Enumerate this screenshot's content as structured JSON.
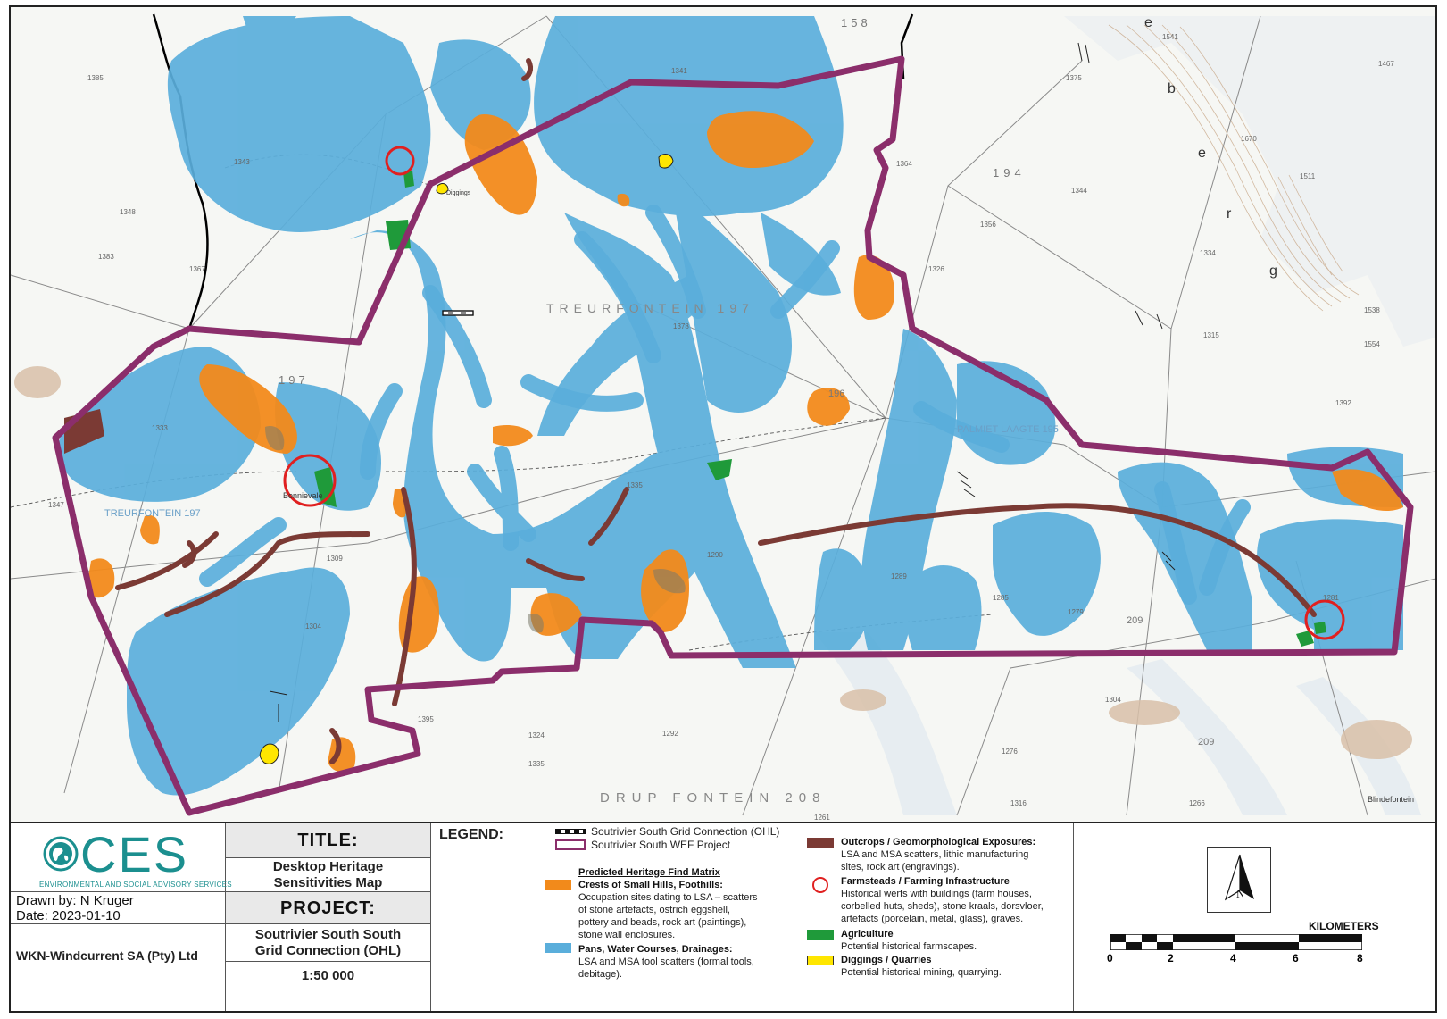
{
  "map": {
    "farm_labels": [
      "TREURFONTEIN 197",
      "197",
      "TREURFONTEIN 197",
      "PALMIET LAAGTE 195",
      "194",
      "196",
      "209",
      "209",
      "DRUP FONTEIN 208",
      "158"
    ],
    "place_labels": [
      "Bonnievale",
      "Blindefontein",
      "Diggings"
    ],
    "spot_heights": [
      "1385",
      "1343",
      "1348",
      "1383",
      "1367",
      "1333",
      "1347",
      "1309",
      "1304",
      "1395",
      "1324",
      "1335",
      "1292",
      "1276",
      "1316",
      "1266",
      "1261",
      "1285",
      "1289",
      "1290",
      "1279",
      "1281",
      "1304",
      "1315",
      "1326",
      "1334",
      "1344",
      "1356",
      "1364",
      "1375",
      "1341",
      "1378",
      "1335",
      "1392",
      "1538",
      "1554",
      "1467",
      "1511",
      "1541",
      "1670"
    ],
    "letters": [
      "e",
      "b",
      "e",
      "r",
      "g"
    ]
  },
  "panel": {
    "logo": {
      "word": "CES",
      "subtitle": "ENVIRONMENTAL AND SOCIAL ADVISORY SERVICES"
    },
    "drawn_by": "Drawn by: N Kruger",
    "date": "Date: 2023-01-10",
    "client": "WKN-Windcurrent SA (Pty) Ltd",
    "title_label": "TITLE:",
    "title_value_1": "Desktop Heritage",
    "title_value_2": "Sensitivities Map",
    "project_label": "PROJECT:",
    "project_value_1": "Soutrivier South South",
    "project_value_2": "Grid Connection (OHL)",
    "scale": "1:50 000",
    "legend": {
      "heading": "LEGEND:",
      "grid_connection": "Soutrivier South Grid Connection (OHL)",
      "wef_project": "Soutrivier South WEF Project",
      "matrix_title": "Predicted  Heritage Find Matrix",
      "crests_title": "Crests of Small Hills, Foothills:",
      "crests_desc": [
        "Occupation sites dating to LSA – scatters",
        "of stone artefacts, ostrich eggshell,",
        "pottery and beads, rock art (paintings),",
        "stone wall enclosures."
      ],
      "pans_title": "Pans, Water Courses, Drainages:",
      "pans_desc": [
        "LSA and MSA tool scatters (formal tools,",
        "debitage)."
      ],
      "outcrops_title": "Outcrops / Geomorphological Exposures:",
      "outcrops_desc": [
        "LSA and MSA scatters, lithic manufacturing",
        "sites, rock art (engravings)."
      ],
      "farmsteads_title": "Farmsteads / Farming Infrastructure",
      "farmsteads_desc": [
        "Historical werfs with buildings (farm houses,",
        "corbelled huts, sheds), stone kraals, dorsvloer,",
        "artefacts (porcelain, metal, glass), graves."
      ],
      "agri_title": "Agriculture",
      "agri_desc": "Potential historical farmscapes.",
      "diggings_title": "Diggings / Quarries",
      "diggings_desc": "Potential historical mining, quarrying."
    },
    "north": "N",
    "scalebar": {
      "unit": "KILOMETERS",
      "ticks": [
        "0",
        "2",
        "4",
        "6",
        "8"
      ]
    }
  },
  "colors": {
    "water": "#5aaedb",
    "crest": "#f28a1b",
    "outcrop": "#7b3a34",
    "farm_circle": "#e02020",
    "agriculture": "#1f9a3a",
    "diggings": "#ffe600",
    "wef_boundary": "#8b2e6b",
    "brand": "#1b8f8f"
  }
}
